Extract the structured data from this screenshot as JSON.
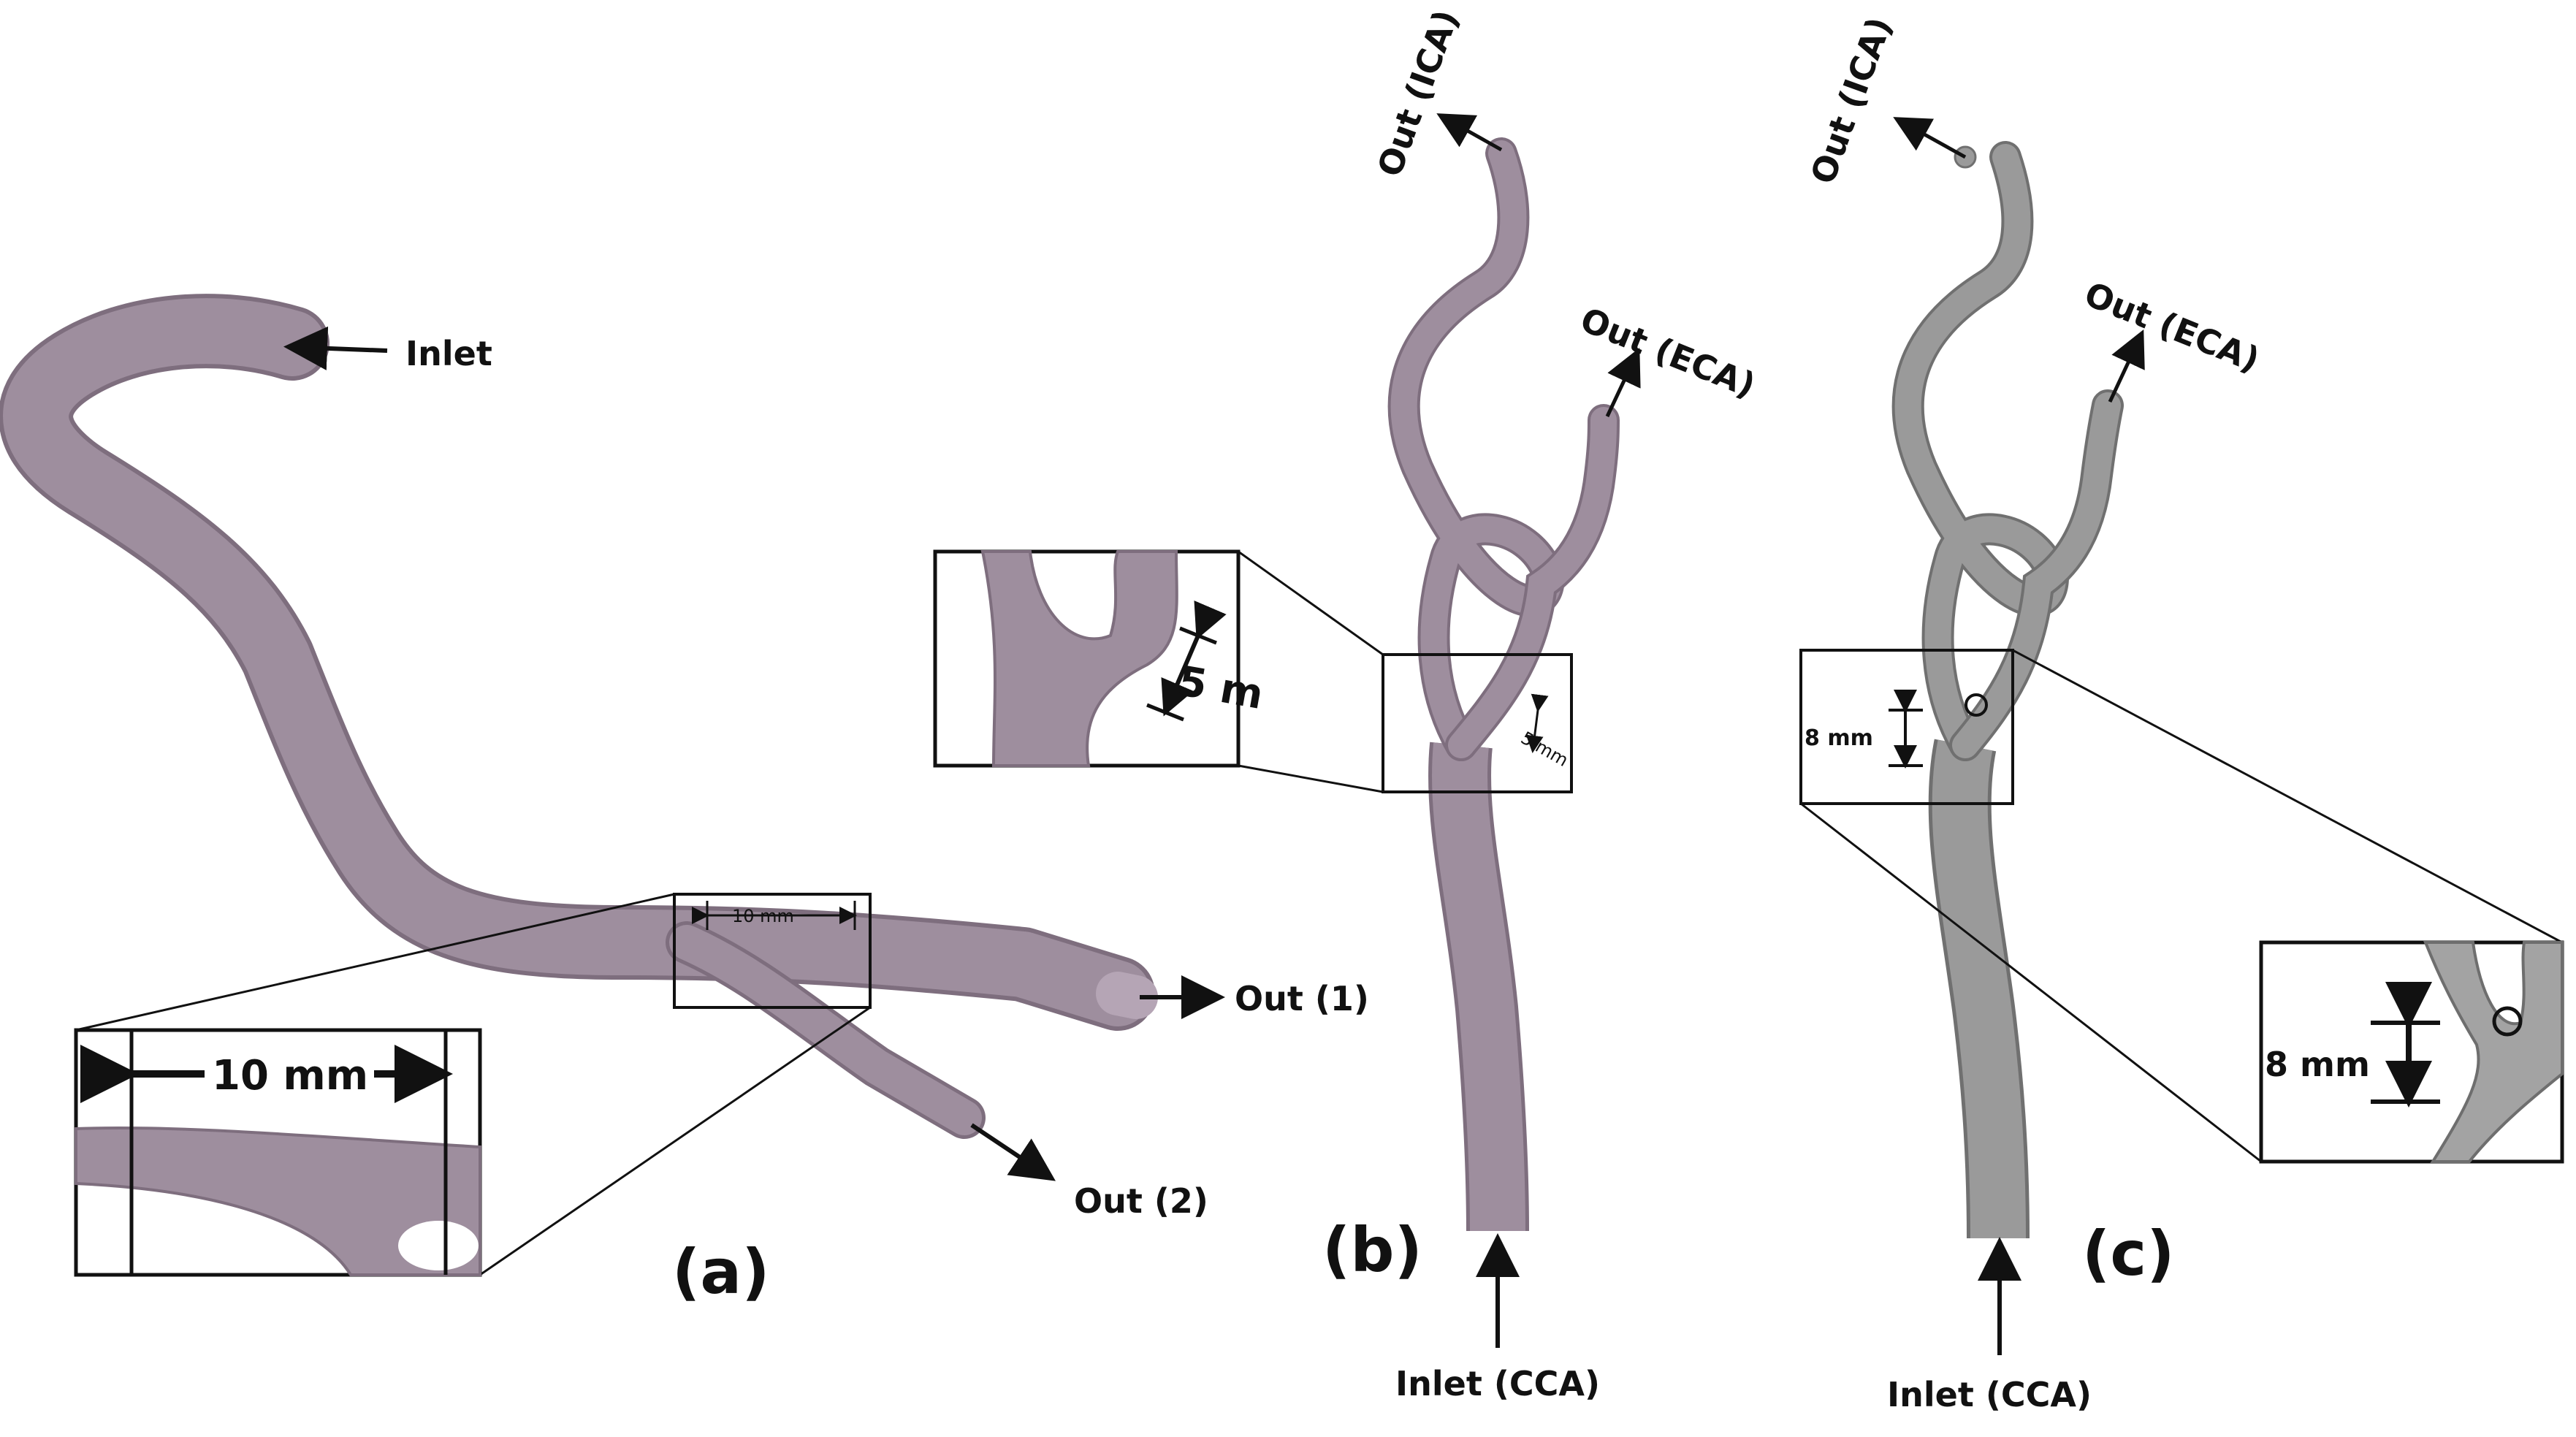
{
  "panels": {
    "a": {
      "label": "(a)",
      "inlet_label": "Inlet",
      "out1_label": "Out (1)",
      "out2_label": "Out (2)",
      "box_dim": "10 mm",
      "inset_dim": "10 mm"
    },
    "b": {
      "label": "(b)",
      "out_ica_label": "Out (ICA)",
      "out_eca_label": "Out (ECA)",
      "inlet_label": "Inlet (CCA)",
      "box_dim": "5 mm",
      "inset_dim": "5 m"
    },
    "c": {
      "label": "(c)",
      "out_ica_label": "Out (ICA)",
      "out_eca_label": "Out (ECA)",
      "inlet_label": "Inlet (CCA)",
      "box_dim": "8 mm",
      "inset_dim": "8 mm"
    }
  },
  "colors": {
    "vessel_mauve": "#9e8e9e",
    "vessel_mauve_edge": "#7e6e7e",
    "vessel_gray": "#9a9a9a",
    "vessel_gray_edge": "#707070",
    "ink": "#111111"
  }
}
